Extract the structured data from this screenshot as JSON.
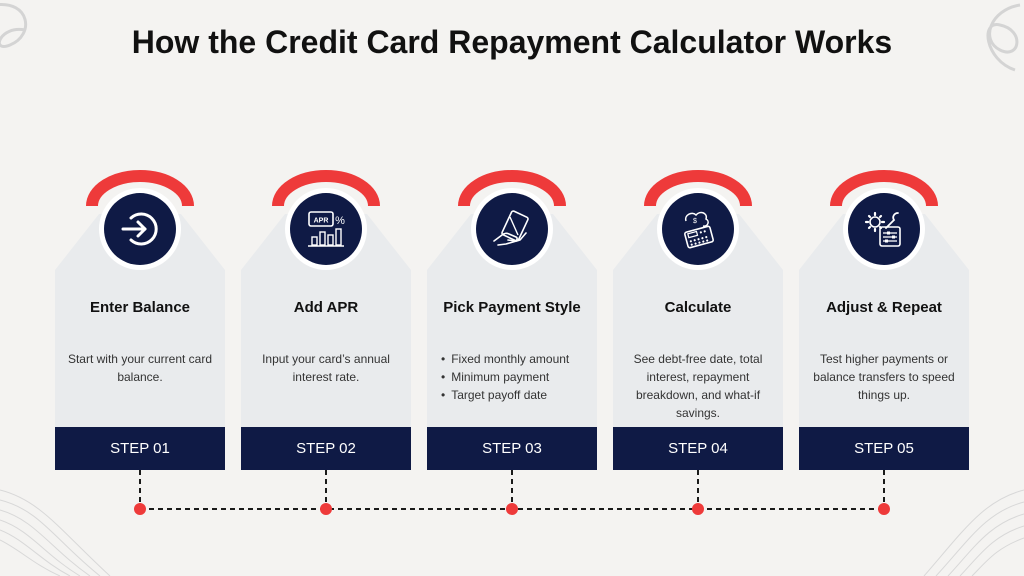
{
  "title": "How the Credit Card Repayment Calculator Works",
  "colors": {
    "navy": "#0f1a45",
    "red": "#ee3a3a",
    "panel": "#e9ebed",
    "background": "#f4f3f1"
  },
  "steps": [
    {
      "name": "Enter Balance",
      "desc": "Start with your current card balance.",
      "step": "STEP 01",
      "icon": "enter-arrow-icon"
    },
    {
      "name": "Add APR",
      "desc": "Input your card’s annual interest rate.",
      "step": "STEP 02",
      "icon": "apr-chart-icon"
    },
    {
      "name": "Pick Payment Style",
      "list": [
        "Fixed monthly amount",
        "Minimum payment",
        "Target payoff date"
      ],
      "step": "STEP 03",
      "icon": "card-hand-icon"
    },
    {
      "name": "Calculate",
      "desc": "See debt-free date, total interest, repayment breakdown, and what-if savings.",
      "step": "STEP 04",
      "icon": "calculator-icon"
    },
    {
      "name": "Adjust & Repeat",
      "desc": "Test higher payments or balance transfers to speed things up.",
      "step": "STEP 05",
      "icon": "settings-tools-icon"
    }
  ]
}
